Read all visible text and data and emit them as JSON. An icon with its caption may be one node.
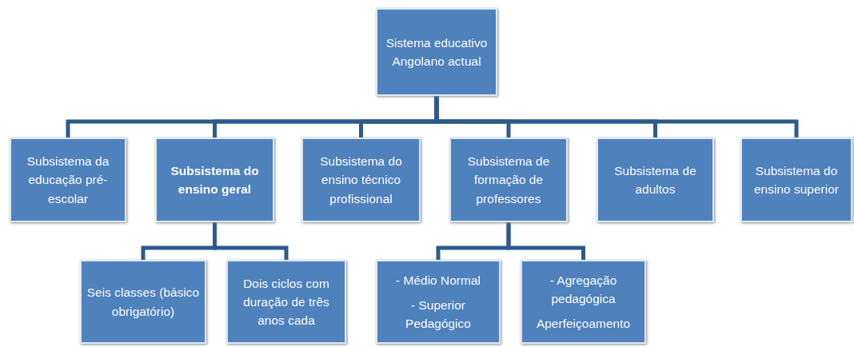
{
  "diagram": {
    "nodes": [
      {
        "text": [
          "Sistema educativo Angolano actual"
        ]
      },
      {
        "text": [
          "Subsistema da educação pré-escolar"
        ]
      },
      {
        "text": [
          "Subsistema do ensino geral"
        ]
      },
      {
        "text": [
          "Subsistema do ensino técnico profissional"
        ]
      },
      {
        "text": [
          "Subsistema de formação de professores"
        ]
      },
      {
        "text": [
          "Subsistema de adultos"
        ]
      },
      {
        "text": [
          "Subsistema do ensino superior"
        ]
      },
      {
        "text": [
          "Seis classes (básico obrigatório)"
        ]
      },
      {
        "text": [
          "Dois ciclos com duração de três anos cada"
        ]
      },
      {
        "text": [
          "- Médio Normal",
          "- Superior Pedagógico"
        ]
      },
      {
        "text": [
          "- Agregação pedagógica",
          "Aperfeiçoamento"
        ]
      }
    ],
    "edges": [
      {
        "from": 0,
        "to": 1,
        "arrow": "none"
      },
      {
        "from": 0,
        "to": 2,
        "arrow": "none"
      },
      {
        "from": 0,
        "to": 3,
        "arrow": "none"
      },
      {
        "from": 0,
        "to": 4,
        "arrow": "none"
      },
      {
        "from": 0,
        "to": 5,
        "arrow": "none"
      },
      {
        "from": 0,
        "to": 6,
        "arrow": "none"
      },
      {
        "from": 2,
        "to": 7,
        "arrow": "none"
      },
      {
        "from": 2,
        "to": 8,
        "arrow": "none"
      },
      {
        "from": 4,
        "to": 9,
        "arrow": "none"
      },
      {
        "from": 4,
        "to": 10,
        "arrow": "none"
      }
    ]
  }
}
